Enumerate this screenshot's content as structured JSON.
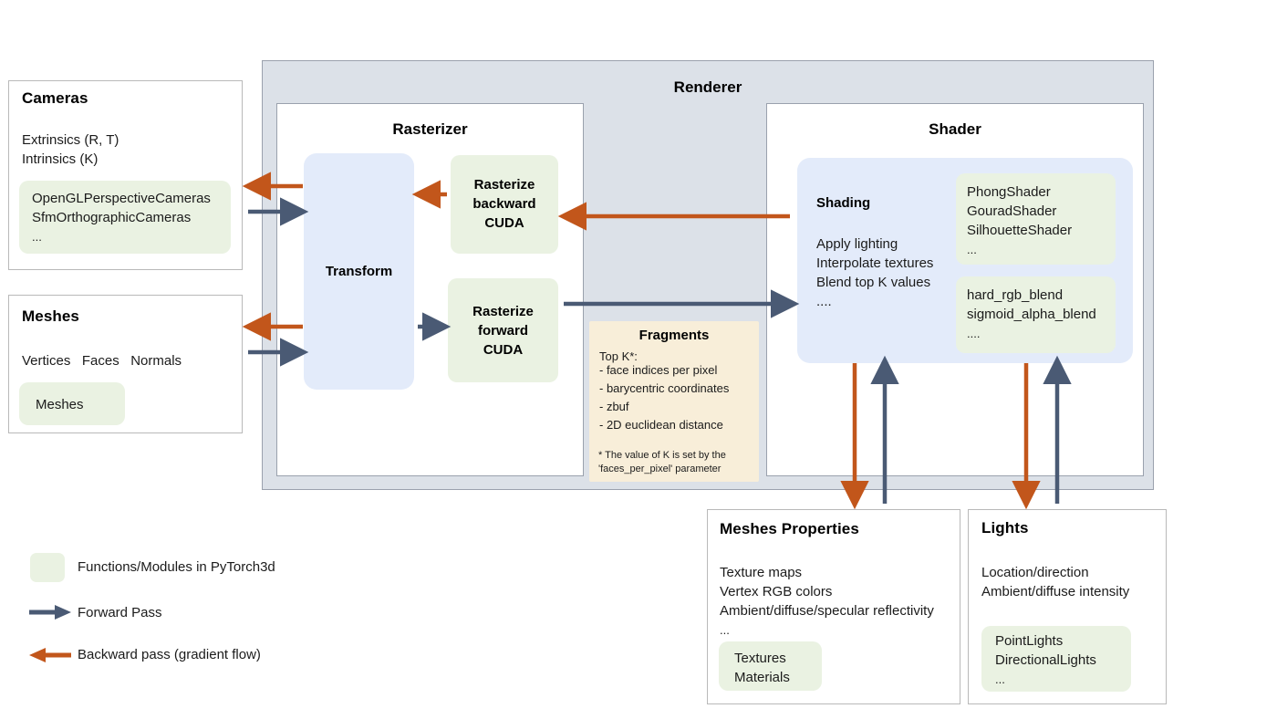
{
  "colors": {
    "forward_arrow": "#4a5a74",
    "backward_arrow": "#c2561b",
    "module_chip": "#eaf2e2",
    "renderer_bg": "#dce1e8",
    "blue_chip": "#e3ebfa",
    "fragments_bg": "#f8eed9",
    "panel_border": "#b9b9b9"
  },
  "cameras": {
    "title": "Cameras",
    "properties": [
      "Extrinsics (R, T)",
      "Intrinsics (K)"
    ],
    "modules": [
      "OpenGLPerspectiveCameras",
      "SfmOrthographicCameras",
      "..."
    ]
  },
  "meshes": {
    "title": "Meshes",
    "properties": [
      "Vertices   Faces   Normals"
    ],
    "modules": [
      "Meshes"
    ]
  },
  "renderer": {
    "title": "Renderer",
    "rasterizer": {
      "title": "Rasterizer",
      "transform": "Transform",
      "rasterize_backward": "Rasterize\nbackward\nCUDA",
      "rasterize_forward": "Rasterize\nforward\nCUDA"
    },
    "fragments": {
      "title": "Fragments",
      "intro": "Top K*:",
      "items": [
        "- face indices per pixel",
        "- barycentric coordinates",
        "- zbuf",
        "- 2D euclidean distance"
      ],
      "footnote": "* The value of K is set by the\n'faces_per_pixel' parameter"
    },
    "shader": {
      "title": "Shader",
      "shading_title": "Shading",
      "shading_lines": [
        "Apply lighting",
        "Interpolate textures",
        "Blend top K values",
        "...."
      ],
      "shader_modules": [
        "PhongShader",
        "GouradShader",
        "SilhouetteShader",
        "..."
      ],
      "blend_modules": [
        "hard_rgb_blend",
        "sigmoid_alpha_blend",
        "...."
      ]
    }
  },
  "meshes_properties": {
    "title": "Meshes Properties",
    "properties": [
      "Texture maps",
      "Vertex RGB colors",
      "Ambient/diffuse/specular reflectivity",
      "..."
    ],
    "modules": [
      "Textures",
      "Materials"
    ]
  },
  "lights": {
    "title": "Lights",
    "properties": [
      "Location/direction",
      "Ambient/diffuse intensity"
    ],
    "modules": [
      "PointLights",
      "DirectionalLights",
      "..."
    ]
  },
  "legend": {
    "items": [
      {
        "kind": "swatch",
        "label": "Functions/Modules in PyTorch3d"
      },
      {
        "kind": "forward-arrow",
        "label": "Forward Pass"
      },
      {
        "kind": "backward-arrow",
        "label": "Backward pass (gradient flow)"
      }
    ]
  }
}
